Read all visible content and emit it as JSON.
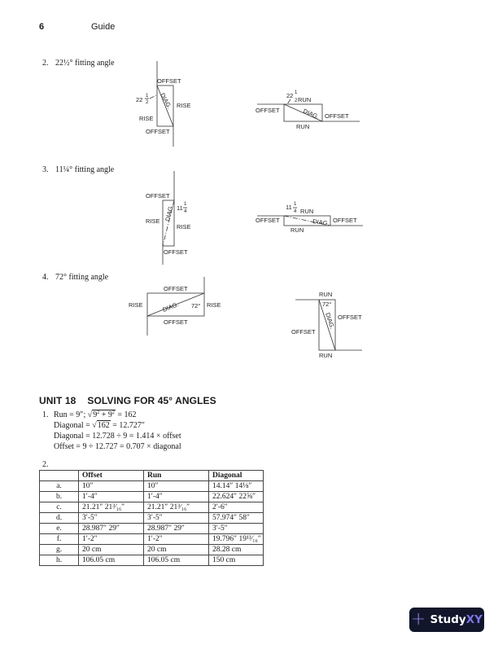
{
  "header": {
    "page_number": "6",
    "running_head": "Guide"
  },
  "fitting_angles": [
    {
      "num": "2.",
      "label": "22½° fitting angle",
      "left_diagram": {
        "angle": "22",
        "frac_num": "1",
        "frac_den": "2",
        "top": "OFFSET",
        "bottom": "OFFSET",
        "left": "RISE",
        "right": "RISE",
        "diag": "DIAG."
      },
      "right_diagram": {
        "angle": "22",
        "frac_num": "1",
        "frac_den": "2",
        "top": "RUN",
        "bottom": "RUN",
        "left": "OFFSET",
        "right": "OFFSET",
        "diag": "DIAG."
      }
    },
    {
      "num": "3.",
      "label": "11¼° fitting angle",
      "left_diagram": {
        "angle": "11",
        "frac_num": "1",
        "frac_den": "4",
        "top": "OFFSET",
        "bottom": "OFFSET",
        "left": "RISE",
        "right": "RISE",
        "diag": "DIAG."
      },
      "right_diagram": {
        "angle": "11",
        "frac_num": "1",
        "frac_den": "4",
        "top": "RUN",
        "bottom": "RUN",
        "left": "OFFSET",
        "right": "OFFSET",
        "diag": "DIAG."
      }
    },
    {
      "num": "4.",
      "label": "72° fitting angle",
      "left_diagram": {
        "angle": "72°",
        "top": "OFFSET",
        "bottom": "OFFSET",
        "left": "RISE",
        "right": "RISE",
        "diag": "DIAG."
      },
      "right_diagram": {
        "angle": "72°",
        "top": "RUN",
        "bottom": "RUN",
        "left": "OFFSET",
        "right": "OFFSET",
        "diag": "DIAG."
      }
    }
  ],
  "unit": {
    "number": "UNIT 18",
    "title": "SOLVING FOR 45° ANGLES"
  },
  "problem1": {
    "num": "1.",
    "line1_a": "Run = 9″; √",
    "line1_sqrt": "9",
    "line1_sup1": "2",
    "line1_mid": " + 9",
    "line1_sup2": "2",
    "line1_b": " = 162",
    "line2_a": "Diagonal = √",
    "line2_sqrt": "162",
    "line2_b": " = 12.727″",
    "line3": "Diagonal = 12.728 ÷ 9 = 1.414 × offset",
    "line4": "Offset = 9 ÷ 12.727 = 0.707 × diagonal"
  },
  "problem2": {
    "num": "2.",
    "headers": [
      "",
      "Offset",
      "Run",
      "Diagonal"
    ],
    "rows": [
      [
        "a.",
        "10″",
        "10″",
        "14.14″  14⅛″"
      ],
      [
        "b.",
        "1′-4″",
        "1′-4″",
        "22.624″  22⅝″"
      ],
      [
        "c.",
        "21.21″  21³⁄₁₆″",
        "21.21″  21³⁄₁₆″",
        "2′-6″"
      ],
      [
        "d.",
        "3′-5″",
        "3′-5″",
        "57.974″  58″"
      ],
      [
        "e.",
        "28.987″  29″",
        "28.987″  29″",
        "3′-5″"
      ],
      [
        "f.",
        "1′-2″",
        "1′-2″",
        "19.796″  19¹³⁄₁₆″"
      ],
      [
        "g.",
        "20 cm",
        "20 cm",
        "28.28 cm"
      ],
      [
        "h.",
        "106.05 cm",
        "106.05 cm",
        "150 cm"
      ]
    ]
  },
  "badge": {
    "brand_a": "Study",
    "brand_b": "XY",
    "icon": "plus-icon",
    "bg_color": "#12162a",
    "accent_color": "#7d74e6"
  }
}
